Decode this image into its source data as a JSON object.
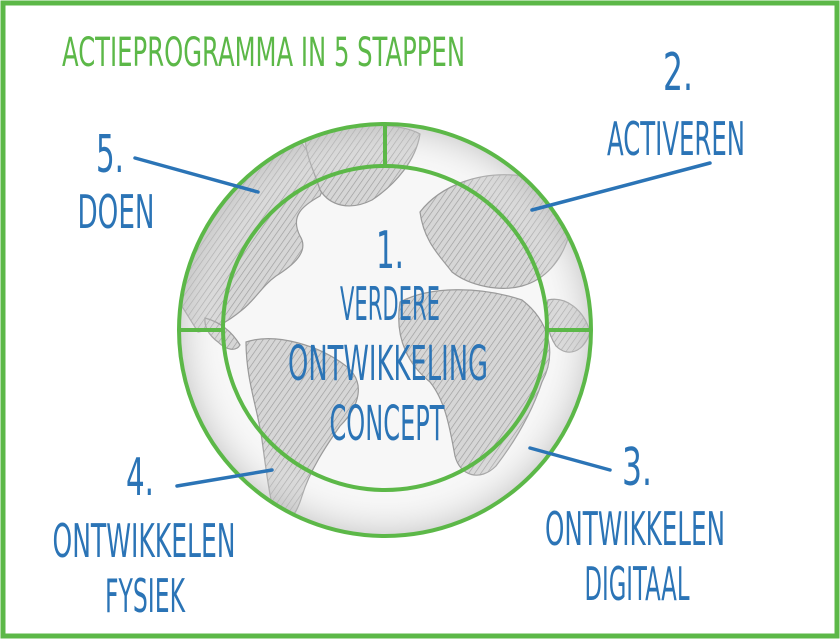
{
  "title": "ACTIEPROGRAMMA IN 5 STAPPEN",
  "colors": {
    "frame": "#5cb848",
    "title": "#5cb848",
    "labels": "#2b74b6",
    "globe_land": "#b9b9b9"
  },
  "center": {
    "number": "1.",
    "lines": [
      "VERDERE",
      "ONTWIKKELING",
      "CONCEPT"
    ]
  },
  "steps": [
    {
      "number": "2.",
      "label_lines": [
        "ACTIVEREN"
      ]
    },
    {
      "number": "3.",
      "label_lines": [
        "ONTWIKKELEN",
        "DIGITAAL"
      ]
    },
    {
      "number": "4.",
      "label_lines": [
        "ONTWIKKELEN",
        "FYSIEK"
      ]
    },
    {
      "number": "5.",
      "label_lines": [
        "DOEN"
      ]
    }
  ]
}
